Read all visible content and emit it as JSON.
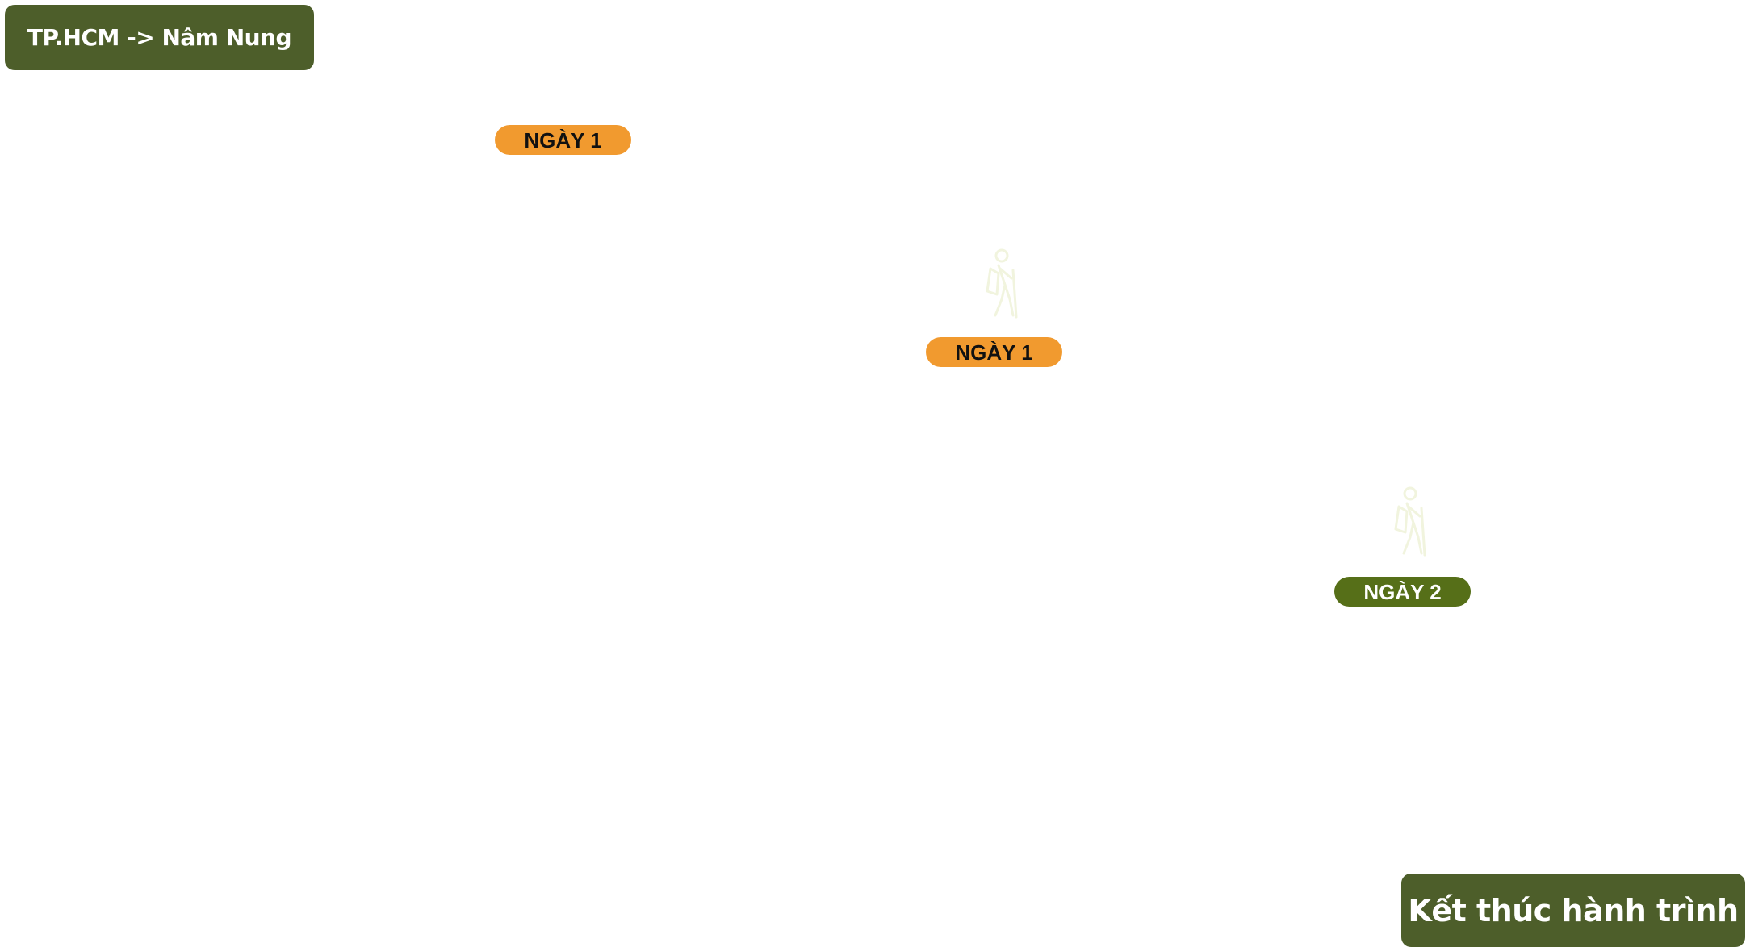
{
  "header": {
    "route_label": "TP.HCM -> Nâm Nung"
  },
  "markers": [
    {
      "label": "NGÀY 1",
      "style": "orange"
    },
    {
      "label": "NGÀY 1",
      "style": "orange",
      "icon": "hiker-icon"
    },
    {
      "label": "NGÀY 2",
      "style": "green",
      "icon": "hiker-icon"
    }
  ],
  "footer": {
    "end_label": "Kết thúc hành trình"
  },
  "colors": {
    "dark_green": "#4d5e2a",
    "day_green": "#566f18",
    "orange": "#f19a2f",
    "hiker_faint": "#f1f4de"
  }
}
